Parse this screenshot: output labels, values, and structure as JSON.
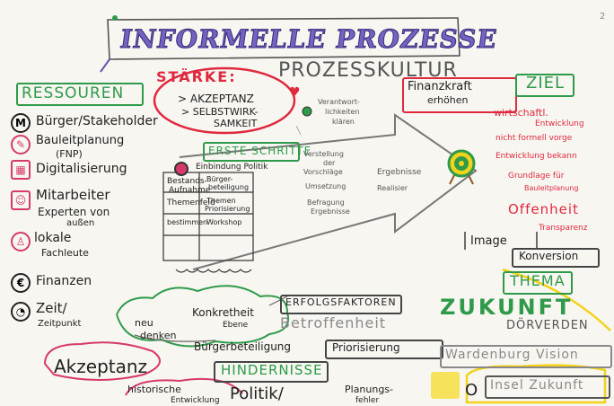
{
  "title": "INFORMELLE PROZESSE",
  "subtitle": "PROZESSKULTUR",
  "staerke": {
    "heading": "STÄRKE:",
    "items": [
      "> AKZEPTANZ",
      "> SELBSTWIRK-",
      "SAMKEIT"
    ]
  },
  "verantwortlich": [
    "Verantwort-",
    "lichkeiten",
    "klären"
  ],
  "ressourcen": {
    "heading": "RESSOUREN",
    "items": [
      "Bürger/Stakeholder",
      "Bauleitplanung",
      "(FNP)",
      "Digitalisierung",
      "Mitarbeiter",
      "Experten von",
      "außen",
      "lokale",
      "Fachleute",
      "Finanzen",
      "Zeit/",
      "Zeitpunkt"
    ]
  },
  "ziel": {
    "heading": "ZIEL",
    "finanzkraft": [
      "Finanzkraft",
      "erhöhen"
    ],
    "items": [
      "wirtschaftl.",
      "Entwicklung",
      "nicht formell vorge",
      "Entwicklung bekann",
      "Grundlage für",
      "Bauleitplanung",
      "Offenheit"
    ]
  },
  "erste_schritte": {
    "heading": "ERSTE SCHRITTE",
    "row0": "Einbindung Politik",
    "col1": [
      "Bestands-",
      "Aufnahme",
      "Themenfeld",
      "bestimmen"
    ],
    "col2": [
      "Bürger-",
      "beteiligung",
      "Themen",
      "Priorisierung",
      "Workshop"
    ],
    "arrow": [
      "Vorstellung",
      "der",
      "Vorschläge",
      "Ergebnisse",
      "Umsetzung",
      "Befragung",
      "Ergebnisse",
      "Realisier"
    ]
  },
  "image": "Image",
  "transparenz": "Transparenz",
  "konversion": "Konversion",
  "thema": "THEMA",
  "zukunft": "ZUKUNFT",
  "doerverden": "DÖRVERDEN",
  "erfolgsfaktoren": "ERFOLGSFAKTOREN",
  "betroffenheit": "Betroffenheit",
  "neu_denken": [
    "neu",
    "denken"
  ],
  "konkretheit": [
    "Konkretheit",
    "Ebene"
  ],
  "buergerbeteiligung": "Bürgerbeteiligung",
  "priorisierung": "Priorisierung",
  "wardenburg": "Wardenburg Vision",
  "inselzukunft": "Insel Zukunft",
  "akzeptanz": "Akzeptanz",
  "hindernisse": "HINDERNISSE",
  "historische": [
    "historische",
    "Entwicklung"
  ],
  "politik": "Politik/",
  "planungs": [
    "Planungs-",
    "fehler"
  ],
  "page_number": "2",
  "colors": {
    "purple": "#6a52b0",
    "red": "#e0293f",
    "pink": "#d63a6b",
    "green": "#2f9a4a",
    "yellow": "#f2d21a",
    "dark": "#2a2a2a",
    "grey": "#8a8a8a"
  }
}
